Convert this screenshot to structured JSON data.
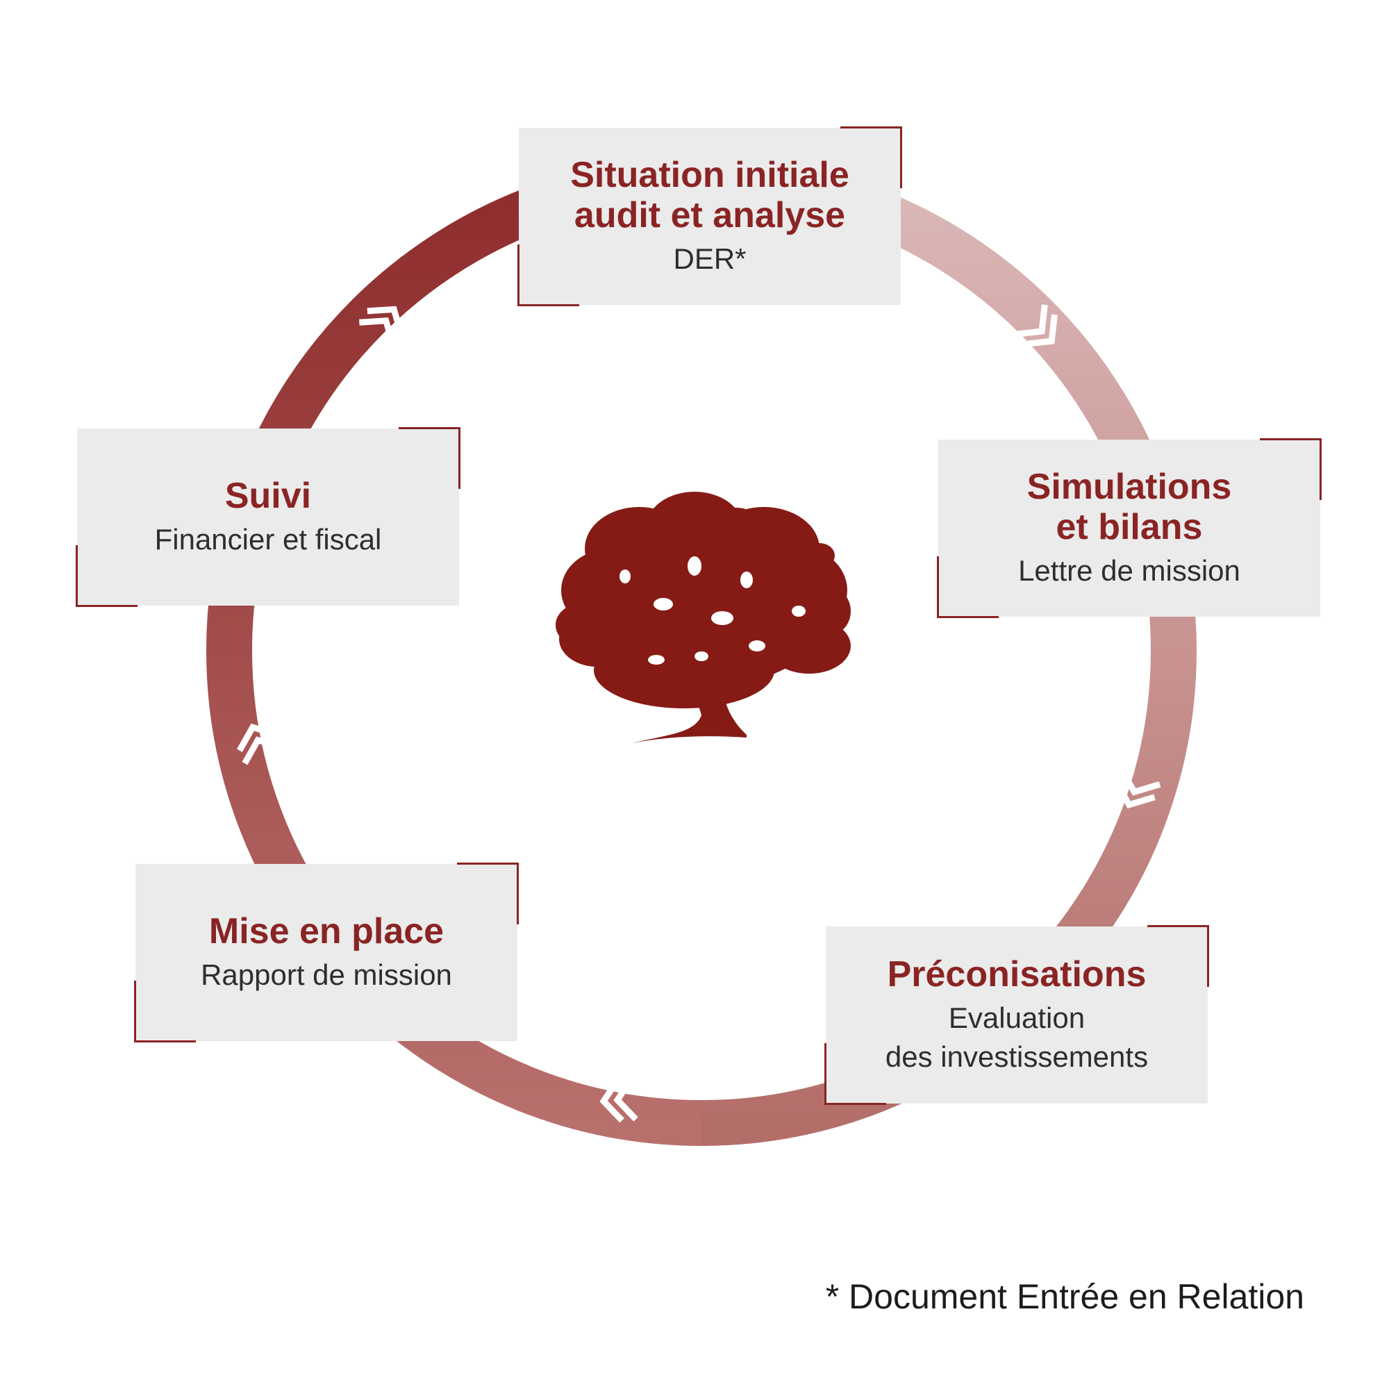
{
  "colors": {
    "accent": "#8a2424",
    "box_bg": "#ebebeb",
    "ring_dark": "#8e2c2c",
    "ring_light": "#dbb8b8"
  },
  "steps": [
    {
      "title": "Situation initiale\naudit et analyse",
      "subtitle": "DER*"
    },
    {
      "title": "Simulations\net bilans",
      "subtitle": "Lettre de mission"
    },
    {
      "title": "Préconisations",
      "subtitle": "Evaluation\ndes investissements"
    },
    {
      "title": "Mise en place",
      "subtitle": "Rapport de mission"
    },
    {
      "title": "Suivi",
      "subtitle": "Financier et fiscal"
    }
  ],
  "center_icon": "tree-logo",
  "cycle_arrows": "chevron-double-icon",
  "footnote": "* Document Entrée en Relation"
}
